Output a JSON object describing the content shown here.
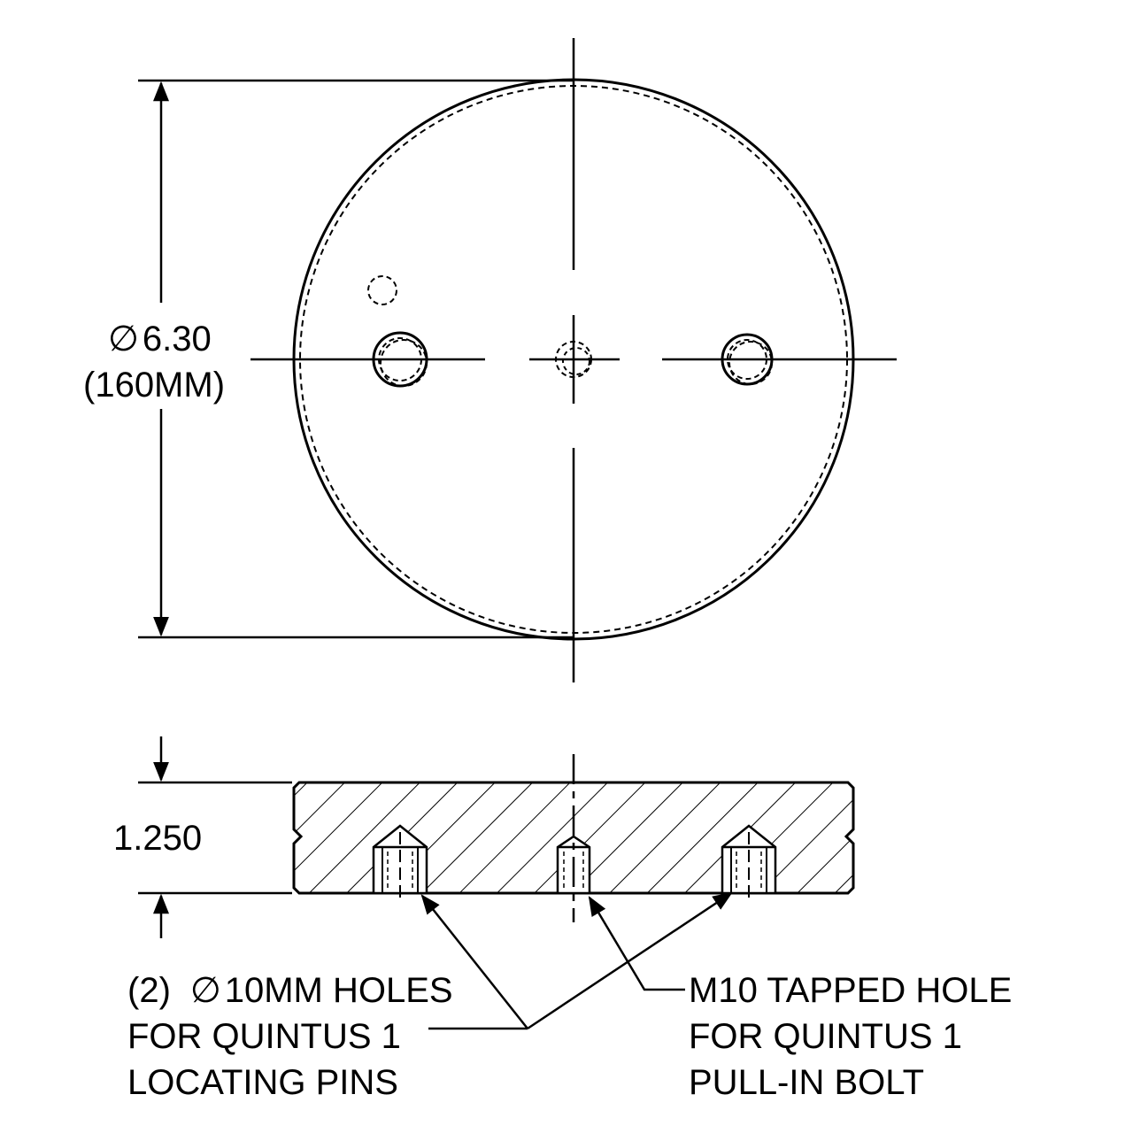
{
  "top_view": {
    "diameter_symbol": "∅",
    "diameter_value": "6.30",
    "diameter_metric": "(160MM)"
  },
  "side_view": {
    "thickness": "1.250"
  },
  "notes": {
    "pins_line1_prefix": "(2)",
    "pins_symbol": "∅",
    "pins_line1_rest": "10MM HOLES",
    "pins_line2": "FOR QUINTUS 1",
    "pins_line3": "LOCATING PINS",
    "bolt_line1": "M10 TAPPED HOLE",
    "bolt_line2": "FOR QUINTUS 1",
    "bolt_line3": "PULL-IN BOLT"
  },
  "colors": {
    "line": "#000000",
    "background": "#ffffff"
  }
}
